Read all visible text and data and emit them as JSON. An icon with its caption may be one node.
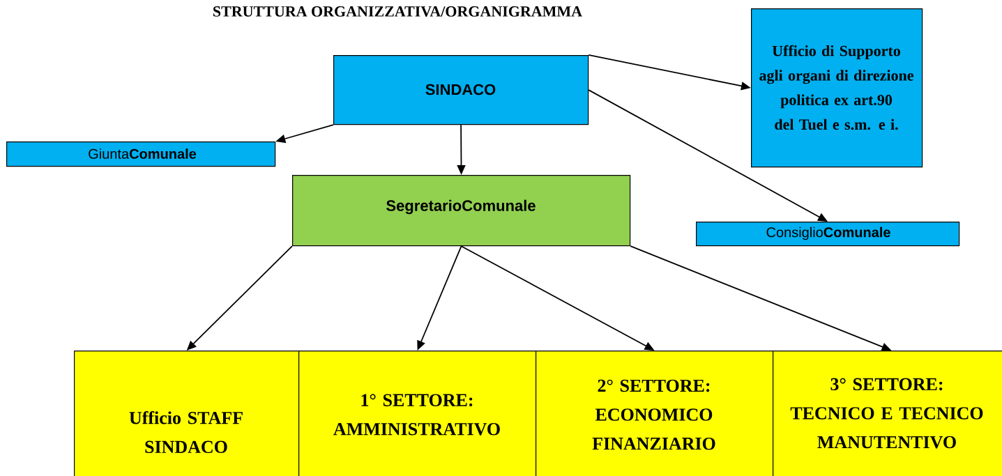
{
  "diagram": {
    "title": "STRUTTURA ORGANIZZATIVA/ORGANIGRAMMA",
    "nodes": [
      {
        "text": [
          "SINDACO"
        ]
      },
      {
        "text": [
          "Giunta**Comunale**"
        ]
      },
      {
        "text": [
          "Ufficio di Supporto agli organi di direzione politica ex art.90 del Tuel e s.m. e i."
        ]
      },
      {
        "text": [
          "SegretarioComunale"
        ]
      },
      {
        "text": [
          "Consiglio**Comunale**"
        ]
      },
      {
        "text": [
          "Ufficio STAFF SINDACO"
        ]
      },
      {
        "text": [
          "1° SETTORE: AMMINISTRATIVO"
        ]
      },
      {
        "text": [
          "2° SETTORE: ECONOMICO FINANZIARIO"
        ]
      },
      {
        "text": [
          "3° SETTORE: TECNICO E TECNICO MANUTENTIVO"
        ]
      }
    ],
    "edges": [
      {
        "from": 0,
        "to": 1,
        "arrow": "to"
      },
      {
        "from": 0,
        "to": 3,
        "arrow": "to"
      },
      {
        "from": 0,
        "to": 2,
        "arrow": "to"
      },
      {
        "from": 0,
        "to": 4,
        "arrow": "to"
      },
      {
        "from": 3,
        "to": 5,
        "arrow": "to"
      },
      {
        "from": 3,
        "to": 6,
        "arrow": "to"
      },
      {
        "from": 3,
        "to": 7,
        "arrow": "to"
      },
      {
        "from": 3,
        "to": 8,
        "arrow": "to"
      }
    ]
  }
}
